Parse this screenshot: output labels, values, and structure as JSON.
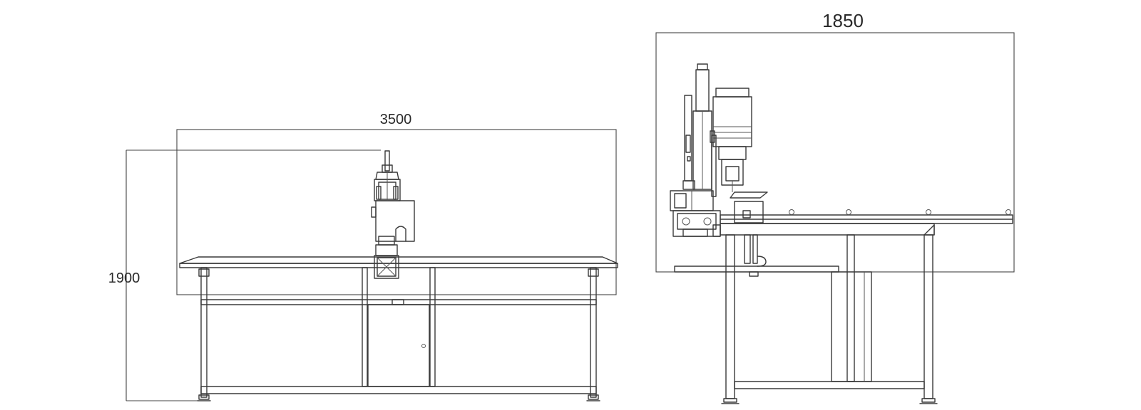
{
  "dimensions": {
    "front_width": "3500",
    "height": "1900",
    "side_width": "1850"
  }
}
